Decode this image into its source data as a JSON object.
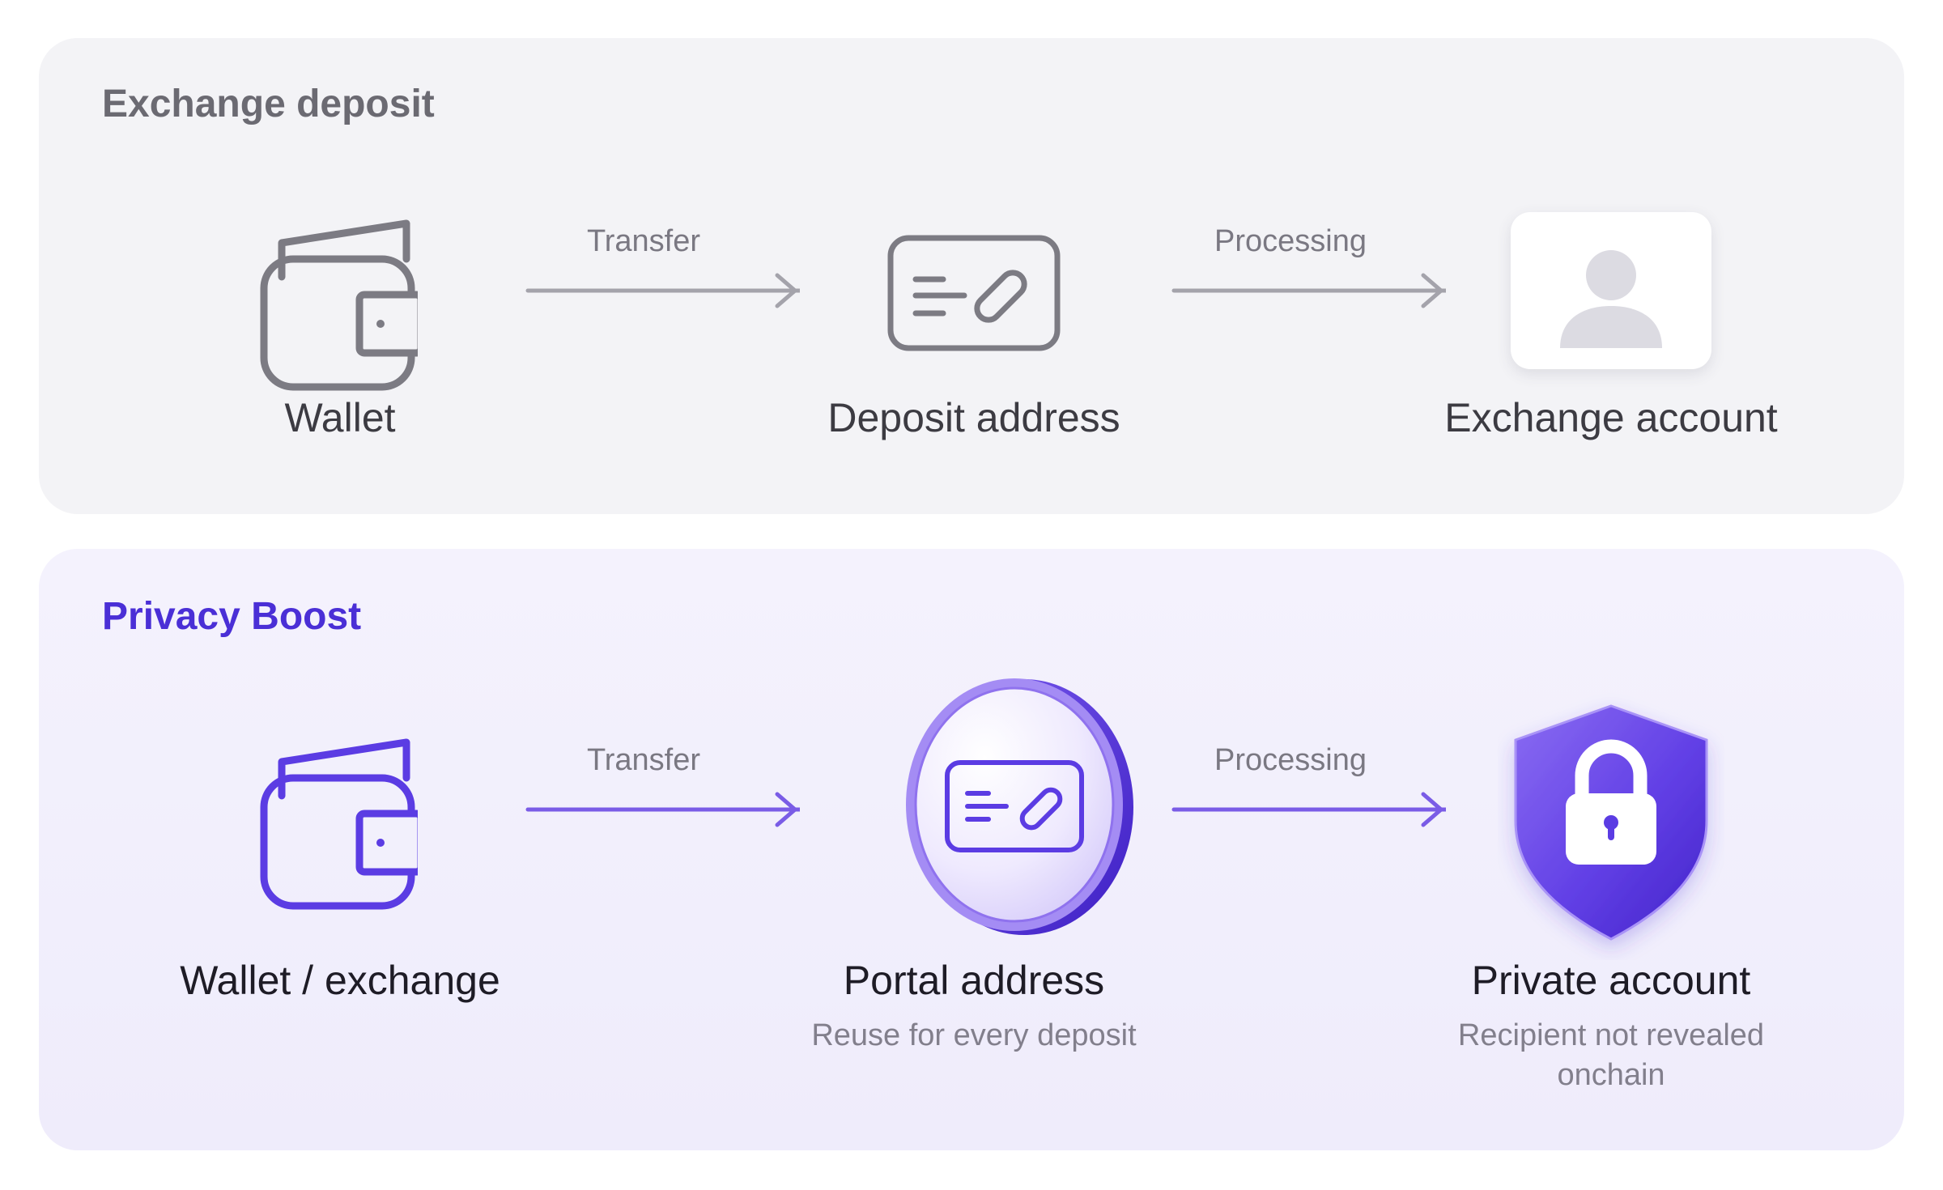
{
  "exchange_deposit": {
    "title": "Exchange deposit",
    "steps": [
      {
        "label": "Wallet",
        "icon": "wallet-icon"
      },
      {
        "label": "Deposit address",
        "icon": "address-card-icon"
      },
      {
        "label": "Exchange account",
        "icon": "user-icon"
      }
    ],
    "arrows": [
      {
        "label": "Transfer"
      },
      {
        "label": "Processing"
      }
    ],
    "colors": {
      "icon": "#7c7b83",
      "arrow": "#a4a3ab"
    }
  },
  "privacy_boost": {
    "title": "Privacy Boost",
    "steps": [
      {
        "label": "Wallet / exchange",
        "icon": "wallet-icon"
      },
      {
        "label": "Portal address",
        "sublabel": "Reuse for every deposit",
        "icon": "portal-coin-icon"
      },
      {
        "label": "Private account",
        "sublabel_lines": [
          "Recipient not revealed",
          "onchain"
        ],
        "icon": "shield-lock-icon"
      }
    ],
    "arrows": [
      {
        "label": "Transfer"
      },
      {
        "label": "Processing"
      }
    ],
    "colors": {
      "icon": "#5b3ce3",
      "arrow": "#7a5ce6",
      "accent": "#4a2fd6"
    }
  }
}
